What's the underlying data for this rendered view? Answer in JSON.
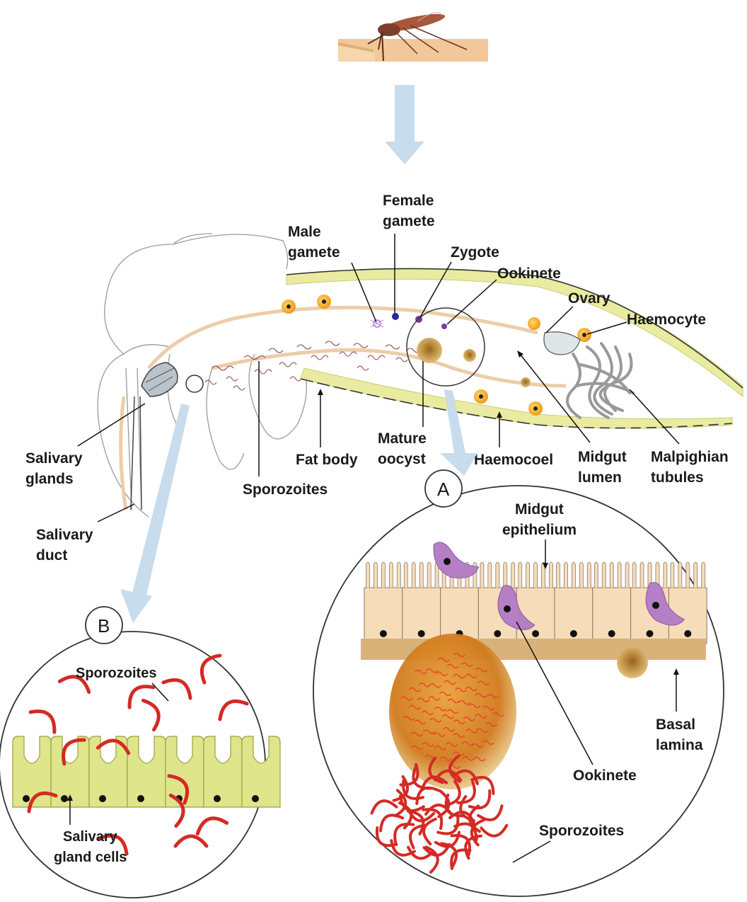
{
  "diagram": {
    "labels": {
      "male_gamete": [
        "Male",
        "gamete"
      ],
      "female_gamete": [
        "Female",
        "gamete"
      ],
      "zygote": "Zygote",
      "ookinete": "Ookinete",
      "ovary": "Ovary",
      "haemocyte": "Haemocyte",
      "salivary_glands": [
        "Salivary",
        "glands"
      ],
      "salivary_duct": [
        "Salivary",
        "duct"
      ],
      "sporozoites": "Sporozoites",
      "fat_body": "Fat body",
      "mature_oocyst": [
        "Mature",
        "oocyst"
      ],
      "haemocoel": "Haemocoel",
      "midgut_lumen": [
        "Midgut",
        "lumen"
      ],
      "malpighian_tubules": [
        "Malpighian",
        "tubules"
      ]
    },
    "inset_a": {
      "letter": "A",
      "midgut_epithelium": [
        "Midgut",
        "epithelium"
      ],
      "basal_lamina": [
        "Basal",
        "lamina"
      ],
      "ookinete": "Ookinete",
      "sporozoites": "Sporozoites"
    },
    "inset_b": {
      "letter": "B",
      "sporozoites": "Sporozoites",
      "salivary_gland_cells": [
        "Salivary",
        "gland cells"
      ]
    },
    "colors": {
      "arrow": "#c7dcec",
      "epithelium": "#f6dcb8",
      "basal_lamina": "#d9b27a",
      "ookinete": "#b57fc6",
      "sporozoite": "#d42a24",
      "gland_cells": "#dfe58a",
      "haemocyte": "#f4a52a",
      "oocyst": "#d99a2a",
      "gut_wall": "#e9eca0"
    }
  }
}
